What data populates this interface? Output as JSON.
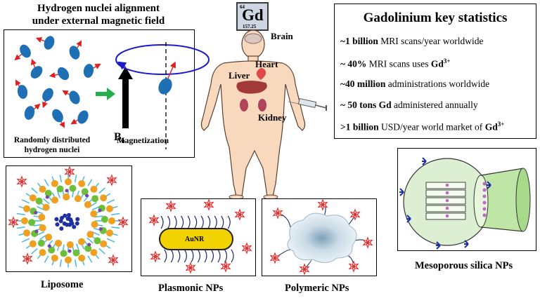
{
  "hydrogen_panel": {
    "title_line1": "Hydrogen nuclei alignment",
    "title_line2": "under external magnetic field",
    "label_random_line1": "Randomly distributed",
    "label_random_line2": "hydrogen nuclei",
    "label_b0": "B",
    "label_b0_sub": "o",
    "label_magnetization": "Magnetization"
  },
  "element_tile": {
    "atomic_number": "64",
    "symbol": "Gd",
    "mass": "157.25"
  },
  "body_labels": {
    "brain": "Brain",
    "heart": "Heart",
    "liver": "Liver",
    "kidney": "Kidney"
  },
  "stats_panel": {
    "title": "Gadolinium key statistics",
    "rows": [
      {
        "bold": "~1 billion",
        "text": " MRI scans/year worldwide",
        "tail": "",
        "sup": ""
      },
      {
        "bold": "~ 40%",
        "text": " MRI scans uses ",
        "tail": "Gd",
        "sup": "3+"
      },
      {
        "bold": "~40 million",
        "text": " administrations worldwide",
        "tail": "",
        "sup": ""
      },
      {
        "bold": "~ 50 tons Gd",
        "text": " administered annually",
        "tail": "",
        "sup": ""
      },
      {
        "bold": ">1 billion",
        "text": " USD/year world market of ",
        "tail": "Gd",
        "sup": "3+"
      }
    ]
  },
  "nanoparticles": {
    "liposome": "Liposome",
    "plasmonic": "Plasmonic NPs",
    "aunr": "AuNR",
    "polymeric": "Polymeric NPs",
    "mesoporous": "Mesoporous silica NPs"
  },
  "colors": {
    "nucleus_blue": "#1f6fb5",
    "arrow_red": "#e02020",
    "loop_blue": "#1a1acc",
    "green_arrow": "#22b04a",
    "skin": "#f9d9bd",
    "star_red": "#e03030",
    "gold": "#f2d200"
  }
}
